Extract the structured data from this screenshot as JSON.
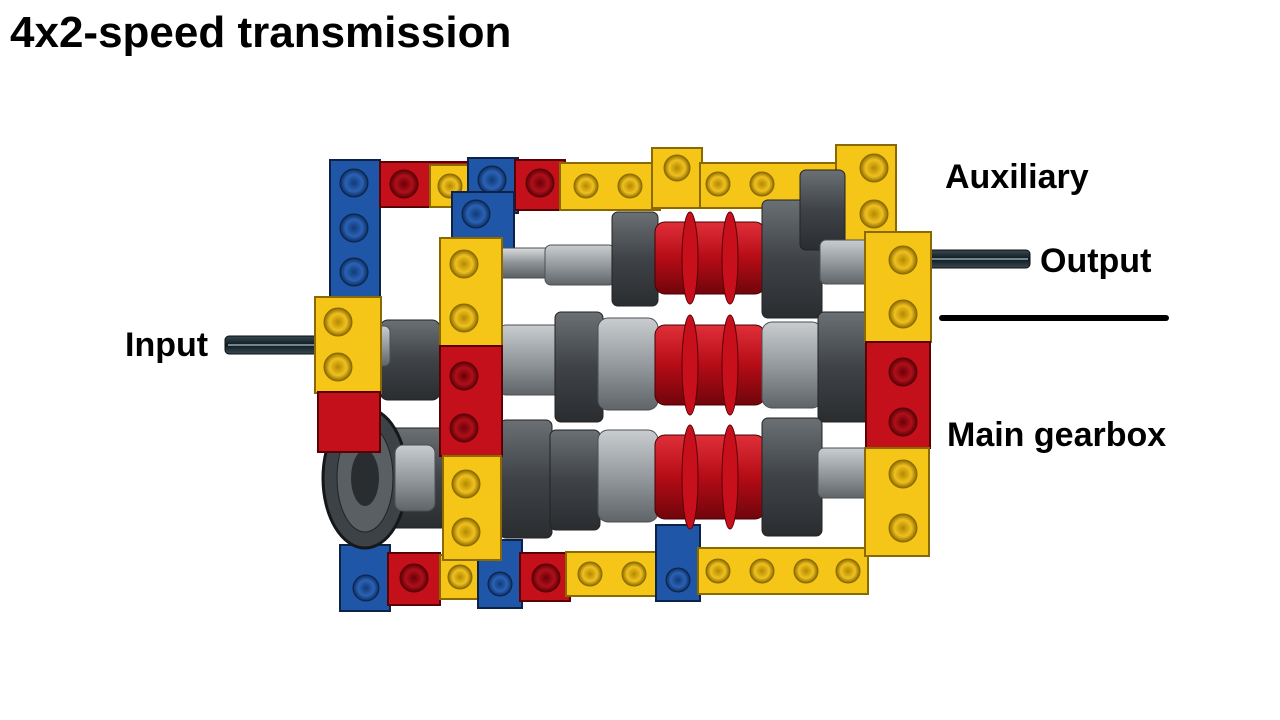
{
  "title": "4x2-speed transmission",
  "labels": {
    "auxiliary": "Auxiliary",
    "output": "Output",
    "input": "Input",
    "main_gearbox": "Main gearbox"
  },
  "colors": {
    "lego_yellow": "#f5c518",
    "lego_red": "#c4101a",
    "lego_blue": "#1f56a8",
    "gear_dark": "#4a4e52",
    "gear_light": "#9aa0a4",
    "axle_black": "#1e2a30",
    "divider": "#000000"
  }
}
